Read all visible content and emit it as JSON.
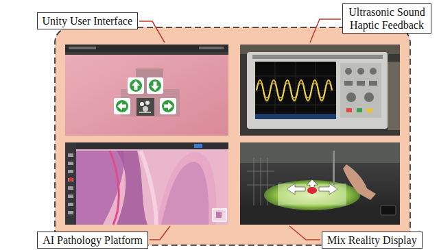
{
  "diagram": {
    "nodes": [
      {
        "text": [
          "Unity User Interface"
        ]
      },
      {
        "text": [
          "Ultrasonic Sound Haptic Feedback"
        ]
      },
      {
        "text": [
          "AI Pathology Platform"
        ]
      },
      {
        "text": [
          "Mix Reality Display"
        ]
      }
    ]
  }
}
